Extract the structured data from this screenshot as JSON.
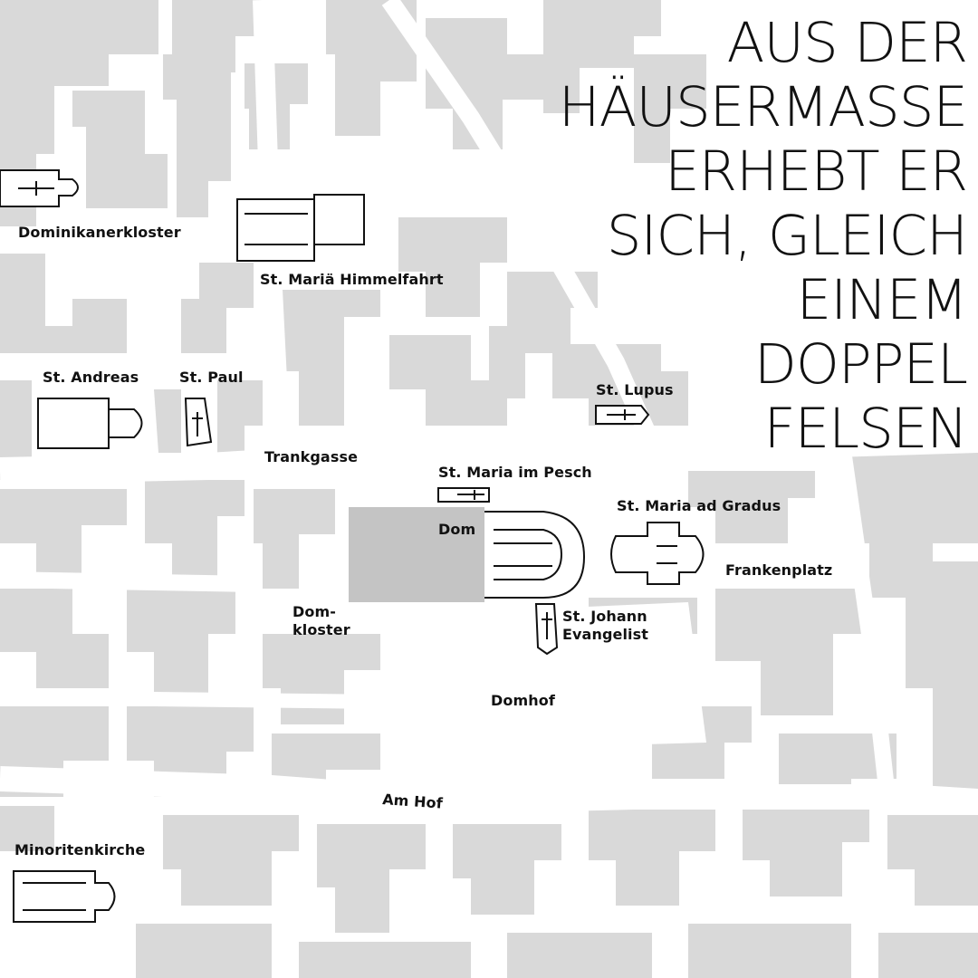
{
  "headline": {
    "lines": [
      "AUS DER",
      "HÄUSERMASSE",
      "ERHEBT ER",
      "SICH, GLEICH",
      "EINEM",
      "DOPPEL",
      "FELSEN"
    ]
  },
  "places": {
    "dominikanerkloster": "Dominikanerkloster",
    "st_mariae_himmelfahrt": "St. Mariä Himmelfahrt",
    "st_andreas": "St. Andreas",
    "st_paul": "St. Paul",
    "st_lupus": "St. Lupus",
    "st_maria_im_pesch": "St. Maria im Pesch",
    "dom": "Dom",
    "st_maria_ad_gradus": "St. Maria ad Gradus",
    "frankenplatz": "Frankenplatz",
    "domkloster": "Dom-\nkloster",
    "st_johann_evangelist": "St. Johann\nEvangelist",
    "domhof": "Domhof",
    "am_hof": "Am Hof",
    "minoritenkirche": "Minoritenkirche",
    "trankgasse": "Trankgasse"
  },
  "colors": {
    "background": "#ffffff",
    "buildings": "#d9d9d9",
    "cathedral_west": "#c4c4c4",
    "outline": "#111111"
  }
}
